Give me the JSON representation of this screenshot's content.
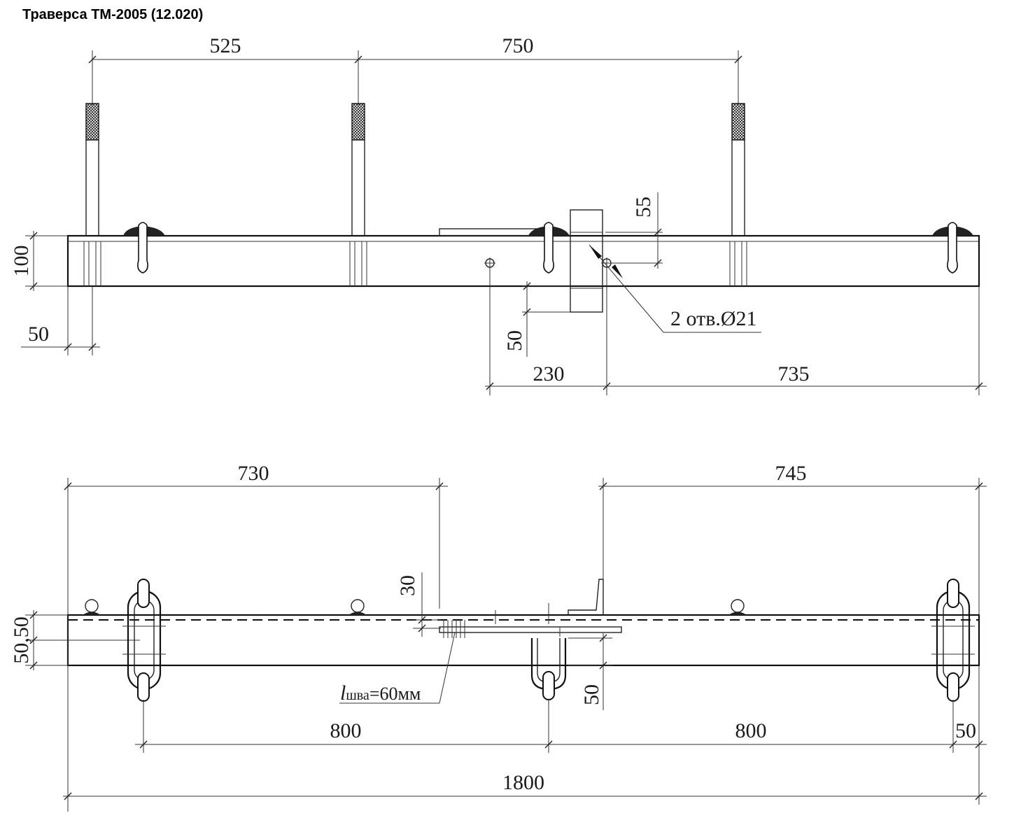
{
  "title": "Траверса ТМ-2005 (12.020)",
  "top_view": {
    "dims": {
      "d525": "525",
      "d750": "750",
      "d100": "100",
      "d50_left": "50",
      "d55": "55",
      "holes": "2 отв.Ø21",
      "d50_mid": "50",
      "d230": "230",
      "d735": "735"
    }
  },
  "bottom_view": {
    "dims": {
      "d730": "730",
      "d745": "745",
      "d30": "30",
      "d5050": "50,50",
      "weld_l": "l",
      "weld_sub": "шва",
      "weld_val": "=60мм",
      "d50_mid": "50",
      "d800_left": "800",
      "d800_right": "800",
      "d50_right": "50",
      "d1800": "1800"
    }
  }
}
